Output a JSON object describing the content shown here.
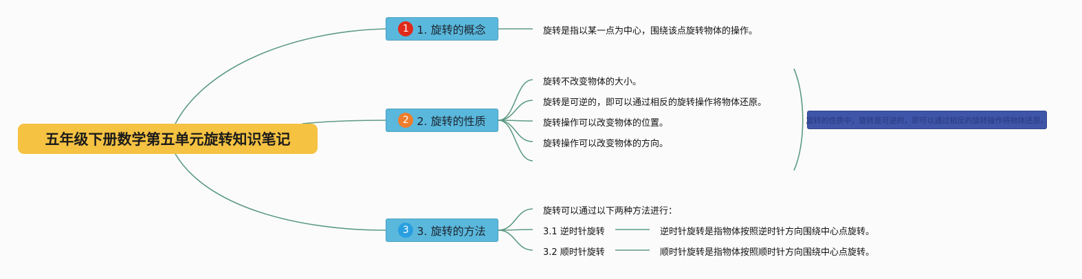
{
  "root": {
    "title": "五年级下册数学第五单元旋转知识笔记"
  },
  "topics": [
    {
      "num": "1",
      "label": "1. 旋转的概念",
      "badge_color": "#e02a1b",
      "leaves": [
        "旋转是指以某一点为中心，围绕该点旋转物体的操作。"
      ]
    },
    {
      "num": "2",
      "label": "2. 旋转的性质",
      "badge_color": "#ee7d2d",
      "leaves": [
        "旋转不改变物体的大小。",
        "旋转是可逆的，即可以通过相反的旋转操作将物体还原。",
        "旋转操作可以改变物体的位置。",
        "旋转操作可以改变物体的方向。",
        ""
      ]
    },
    {
      "num": "3",
      "label": "3. 旋转的方法",
      "badge_color": "#2a9fe0",
      "leaves": [
        "旋转可以通过以下两种方法进行："
      ],
      "methods": [
        {
          "name": "3.1 逆时针旋转",
          "desc": "逆时针旋转是指物体按照逆时针方向围绕中心点旋转。"
        },
        {
          "name": "3.2 顺时针旋转",
          "desc": "顺时针旋转是指物体按照顺时针方向围绕中心点旋转。"
        }
      ]
    }
  ],
  "summary": {
    "text": "旋转的性质中，旋转是可逆的，即可以通过相反的旋转操作将物体还原。"
  },
  "colors": {
    "line": "#5c9a82",
    "root": "#f5c242",
    "topic": "#5ab8dc",
    "summary": "#3e55a8"
  }
}
